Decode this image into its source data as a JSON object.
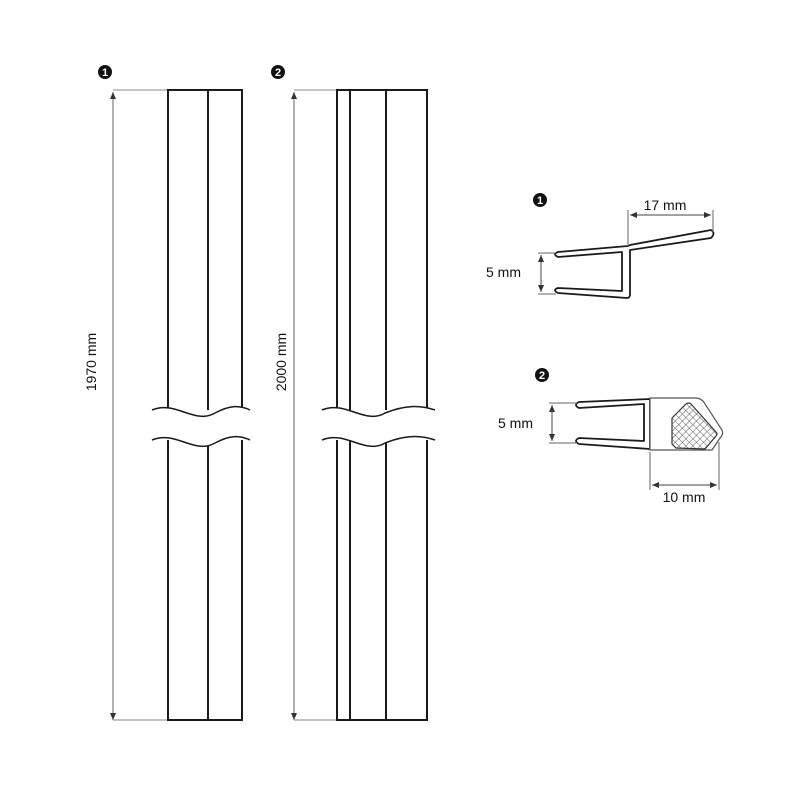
{
  "profiles": [
    {
      "badge": "1",
      "length_label": "1970 mm"
    },
    {
      "badge": "2",
      "length_label": "2000 mm"
    }
  ],
  "sections": [
    {
      "badge": "1",
      "glass_label": "5 mm",
      "width_label": "17 mm"
    },
    {
      "badge": "2",
      "glass_label": "5 mm",
      "width_label": "10 mm"
    }
  ],
  "colors": {
    "line": "#1a1a1a",
    "dim": "#555555"
  }
}
